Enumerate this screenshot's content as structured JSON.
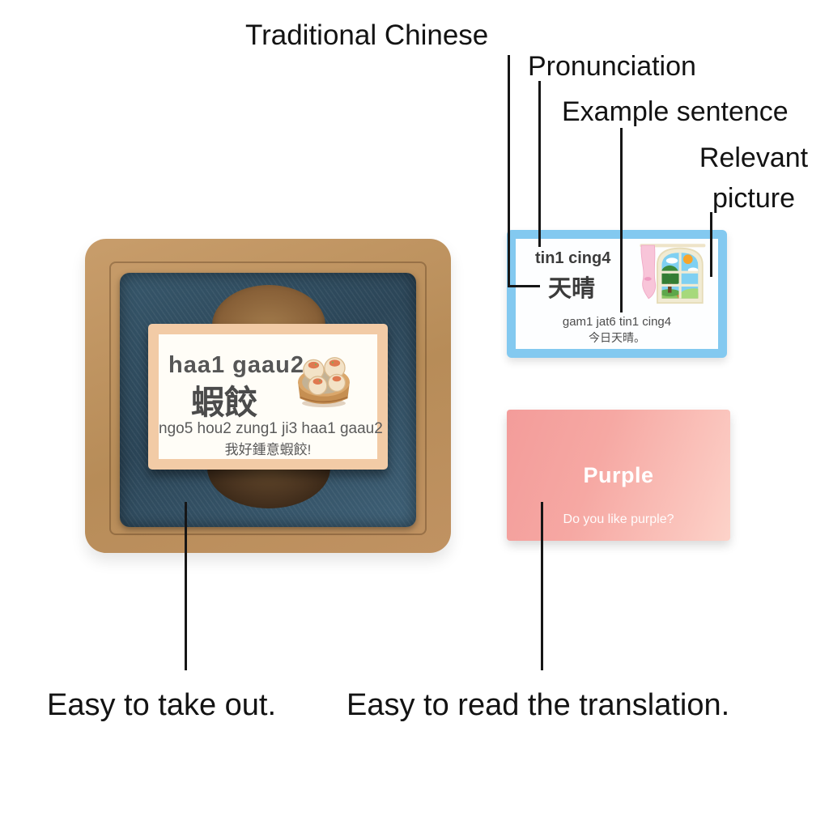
{
  "labels": {
    "traditional_chinese": "Traditional Chinese",
    "pronunciation": "Pronunciation",
    "example_sentence": "Example sentence",
    "relevant_picture_line1": "Relevant",
    "relevant_picture_line2": "picture"
  },
  "captions": {
    "easy_take_out": "Easy to take out.",
    "easy_read_translation": "Easy to read the translation."
  },
  "box_flashcard": {
    "pronunciation": "haa1 gaau2",
    "word": "蝦餃",
    "example_pronunciation": "ngo5 hou2 zung1 ji3 haa1 gaau2",
    "example_sentence": "我好鍾意蝦餃!",
    "picture": "dim-sum-in-bamboo-steamer"
  },
  "blue_flashcard": {
    "pronunciation": "tin1 cing4",
    "word": "天晴",
    "example_pronunciation": "gam1 jat6 tin1 cing4",
    "example_sentence": "今日天晴。",
    "picture": "sunny-window-with-pink-curtain"
  },
  "pink_card": {
    "word": "Purple",
    "example_sentence": "Do you like purple?"
  },
  "colors": {
    "cardboard": "#bf9465",
    "insert_teal": "#2f4b5d",
    "card_border_peach": "#f2cba6",
    "blue_card_border": "#83c9f0",
    "pink_card": "#f6a8a3",
    "pointer_line": "#161616"
  }
}
